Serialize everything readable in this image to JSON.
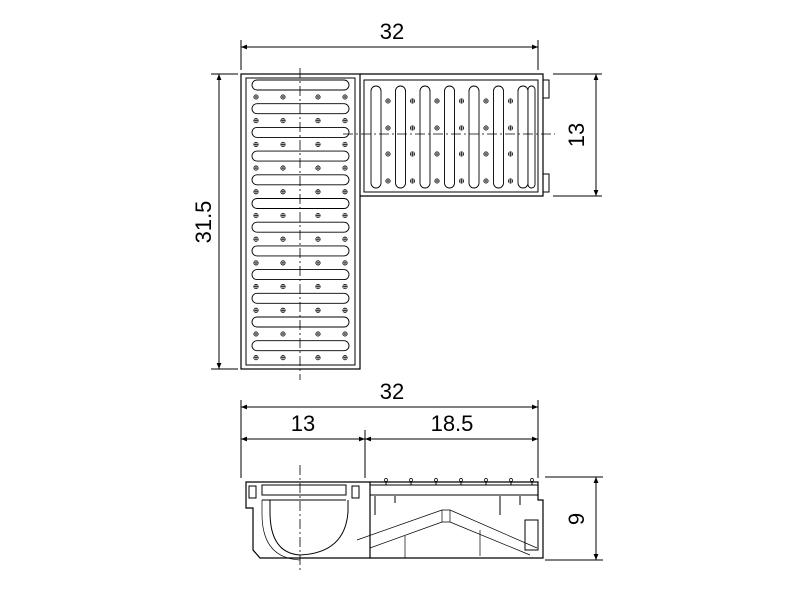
{
  "dimensions": {
    "top_width": "32",
    "left_height": "31.5",
    "branch_height": "13",
    "section_total_width": "32",
    "section_left_width": "13",
    "section_right_width": "18.5",
    "section_height": "9"
  }
}
